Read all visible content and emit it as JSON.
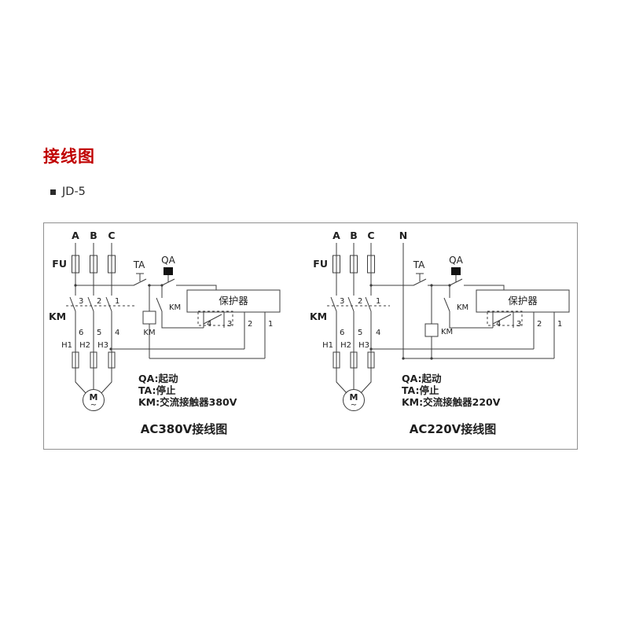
{
  "page": {
    "title": "接线图",
    "model": "JD-5"
  },
  "colors": {
    "accent_red": "#c00000",
    "line": "#3c3c3c",
    "panel_border": "#909090"
  },
  "diagrams": {
    "left": {
      "caption": "AC380V接线图",
      "phases": [
        "A",
        "B",
        "C"
      ],
      "fu": "FU",
      "km": "KM",
      "contact_top": [
        "3",
        "2",
        "1"
      ],
      "contact_bottom": [
        "6",
        "5",
        "4"
      ],
      "heaters": [
        "H1",
        "H2",
        "H3"
      ],
      "motor": "M",
      "motor_tilde": "~",
      "ta": "TA",
      "qa": "QA",
      "km_aux": "KM",
      "km_coil": "KM",
      "protector": "保护器",
      "terminals": [
        "4",
        "3",
        "2",
        "1"
      ],
      "legend": [
        "QA:起动",
        "TA:停止",
        "KM:交流接触器380V"
      ]
    },
    "right": {
      "caption": "AC220V接线图",
      "phases": [
        "A",
        "B",
        "C"
      ],
      "neutral": "N",
      "fu": "FU",
      "km": "KM",
      "contact_top": [
        "3",
        "2",
        "1"
      ],
      "contact_bottom": [
        "6",
        "5",
        "4"
      ],
      "heaters": [
        "H1",
        "H2",
        "H3"
      ],
      "motor": "M",
      "motor_tilde": "~",
      "ta": "TA",
      "qa": "QA",
      "km_aux": "KM",
      "km_coil": "KM",
      "protector": "保护器",
      "terminals": [
        "4",
        "3",
        "2",
        "1"
      ],
      "legend": [
        "QA:起动",
        "TA:停止",
        "KM:交流接触器220V"
      ]
    }
  }
}
